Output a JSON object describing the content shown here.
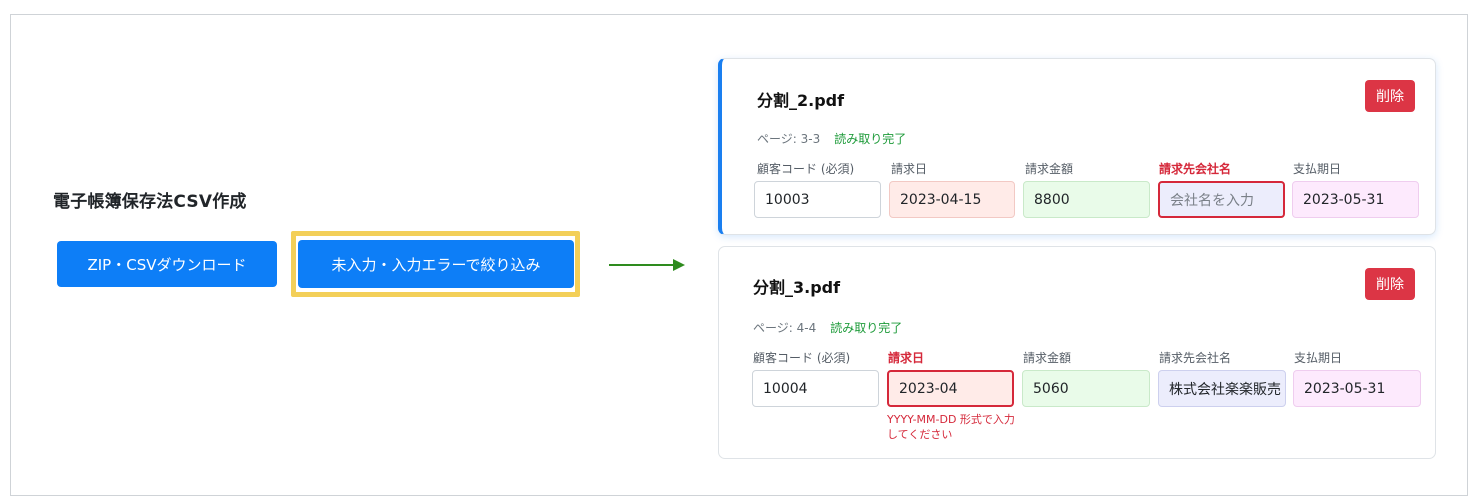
{
  "app": {
    "title": "電子帳簿保存法CSV作成",
    "zip_button": "ZIP・CSVダウンロード",
    "filter_button": "未入力・入力エラーで絞り込み"
  },
  "cards": [
    {
      "filename": "分割_2.pdf",
      "delete_label": "削除",
      "page_label": "ページ: 3-3",
      "status": "読み取り完了",
      "labels": {
        "customer_code": "顧客コード (必須)",
        "invoice_date": "請求日",
        "amount": "請求金額",
        "company": "請求先会社名",
        "due_date": "支払期日"
      },
      "values": {
        "customer_code": "10003",
        "invoice_date": "2023-04-15",
        "amount": "8800",
        "company": "",
        "due_date": "2023-05-31"
      },
      "placeholders": {
        "company": "会社名を入力"
      }
    },
    {
      "filename": "分割_3.pdf",
      "delete_label": "削除",
      "page_label": "ページ: 4-4",
      "status": "読み取り完了",
      "labels": {
        "customer_code": "顧客コード (必須)",
        "invoice_date": "請求日",
        "amount": "請求金額",
        "company": "請求先会社名",
        "due_date": "支払期日"
      },
      "values": {
        "customer_code": "10004",
        "invoice_date": "2023-04",
        "amount": "5060",
        "company": "株式会社楽楽販売",
        "due_date": "2023-05-31"
      },
      "error_message": "YYYY-MM-DD 形式で入力してください"
    }
  ],
  "colors": {
    "primary": "#0d7ef7",
    "danger": "#dc3545",
    "success": "#1e9b3a",
    "highlight": "#f3cf58",
    "arrow": "#2e8b1e"
  },
  "icons": {
    "arrow": "arrow-right-icon"
  }
}
